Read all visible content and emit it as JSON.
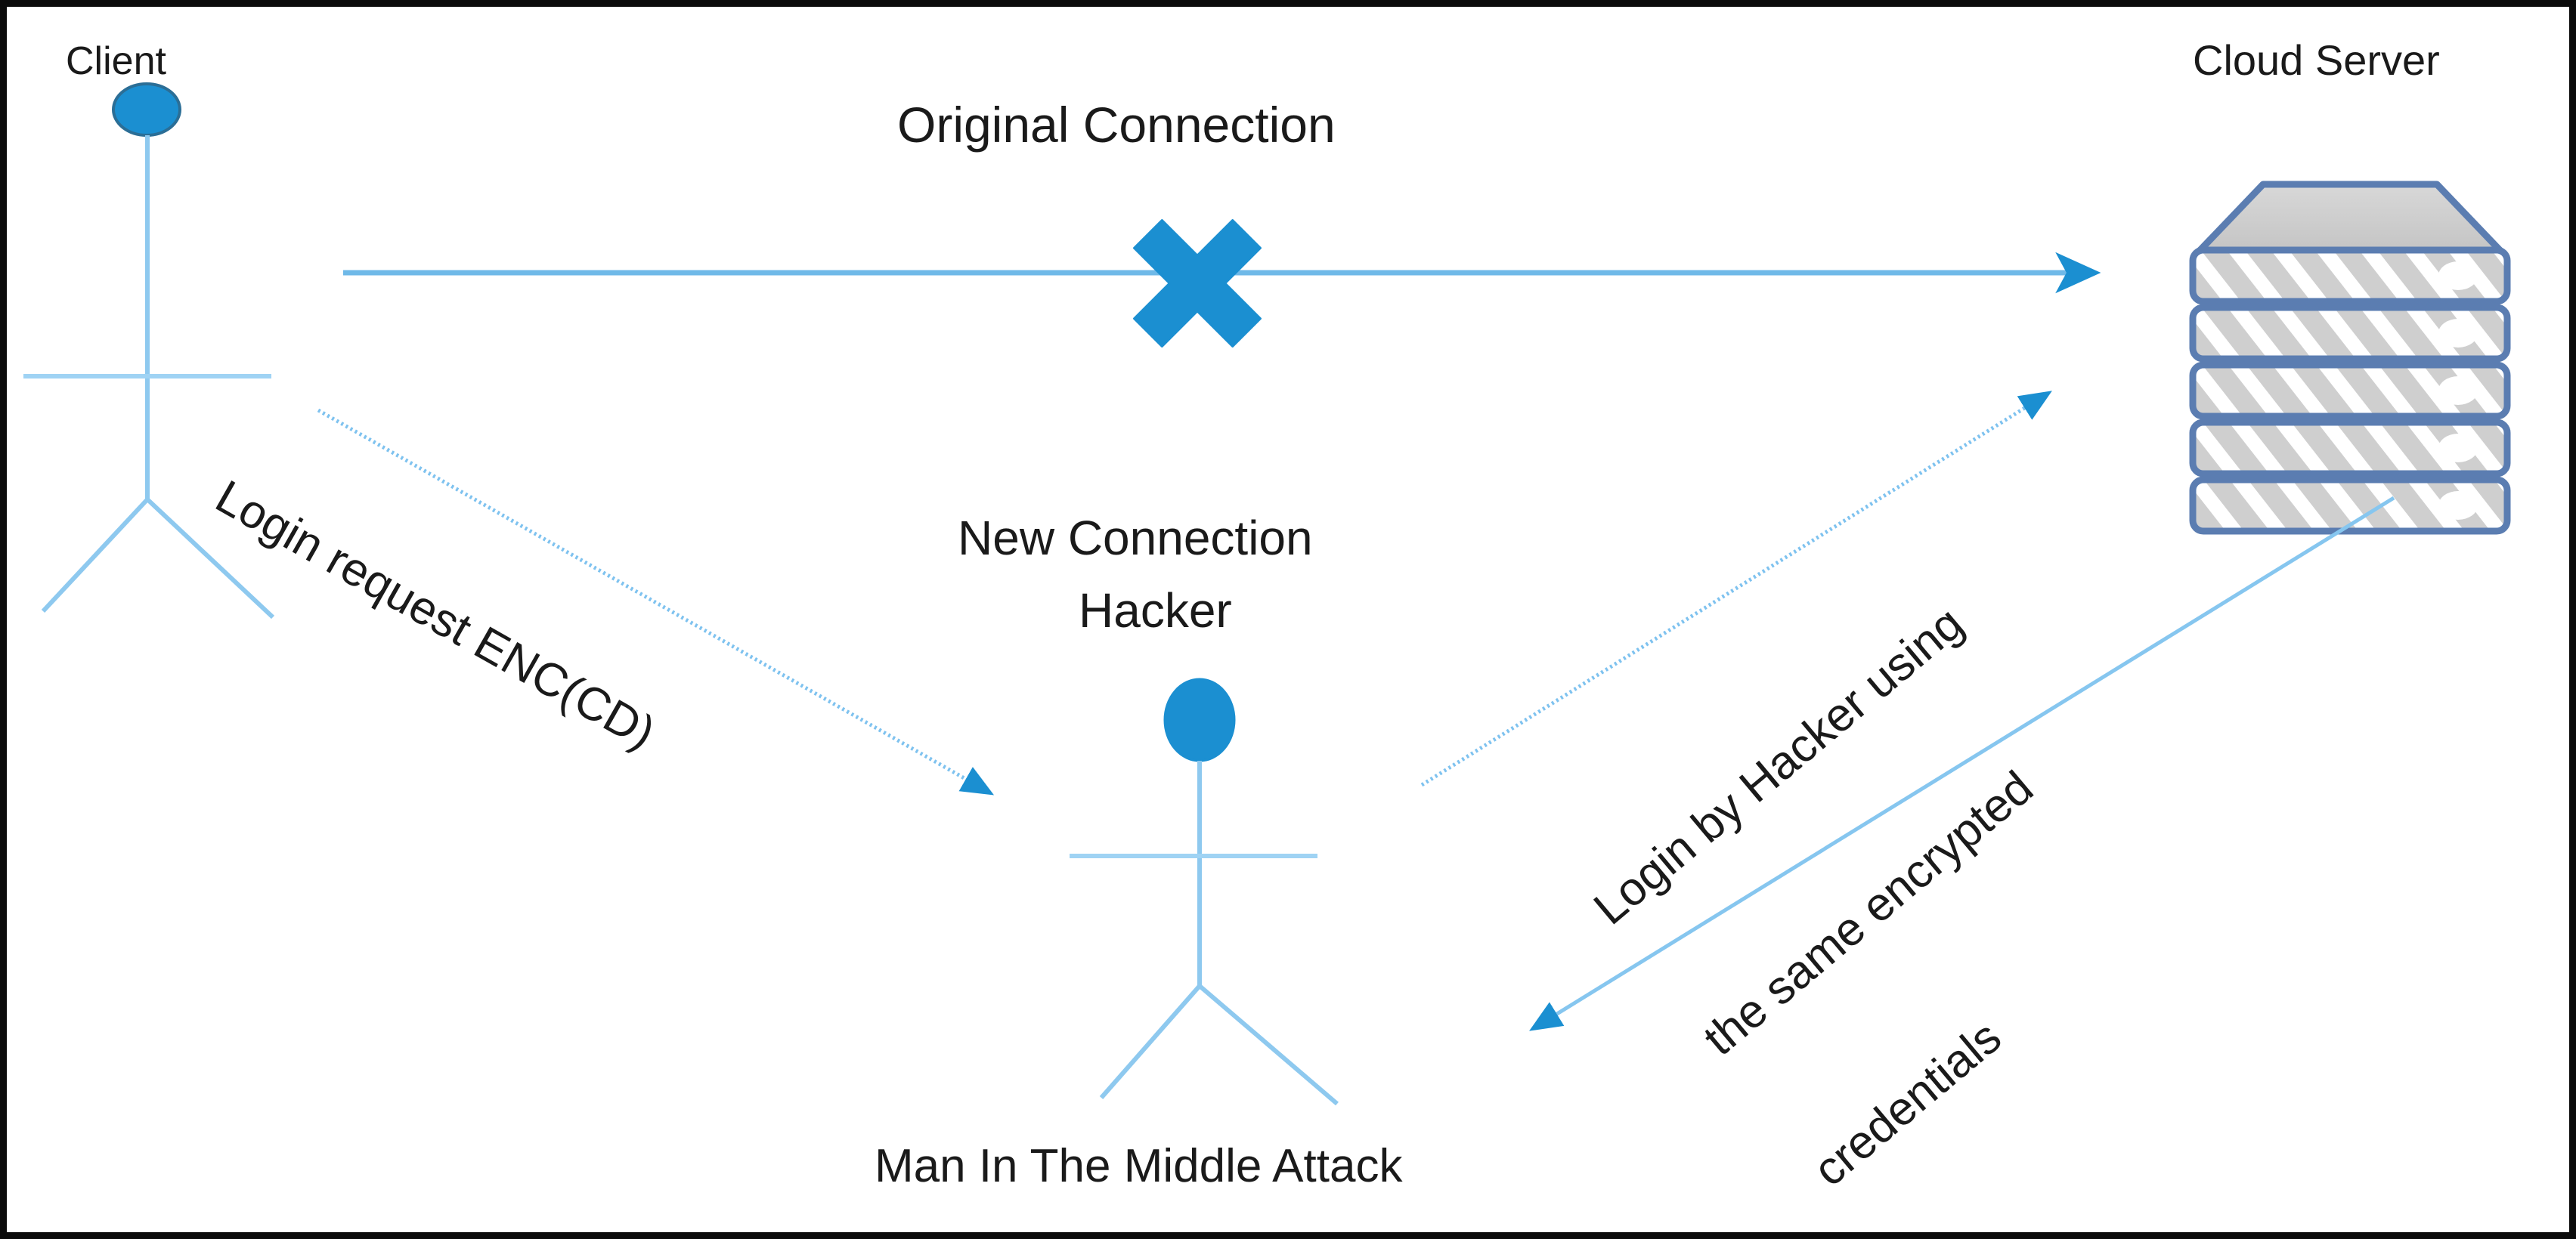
{
  "diagram": {
    "title_original_connection": "Original Connection",
    "caption": "Man In The Middle Attack",
    "nodes": {
      "client_label": "Client",
      "cloud_server_label": "Cloud Server",
      "new_connection_label": "New Connection",
      "hacker_label": "Hacker"
    },
    "edges": {
      "client_to_hacker_label": "Login request ENC(CD)",
      "hacker_to_server_label_line1": "Login by Hacker using",
      "hacker_to_server_label_line2": "the same encrypted",
      "hacker_to_server_label_line3": "credentials"
    },
    "icons": {
      "blocked_connection": "x-cross-icon",
      "server_stack": "server-rack-icon",
      "client_person": "stick-figure-icon",
      "hacker_person": "stick-figure-icon"
    },
    "colors": {
      "accent_blue": "#1b8fd1",
      "line_blue": "#7ec2ef",
      "server_border": "#5b7db1",
      "server_fill": "#c9c9c9",
      "frame_black": "#0b0b0b",
      "text_black": "#1a1a1a"
    },
    "server_unit_count": 5
  }
}
